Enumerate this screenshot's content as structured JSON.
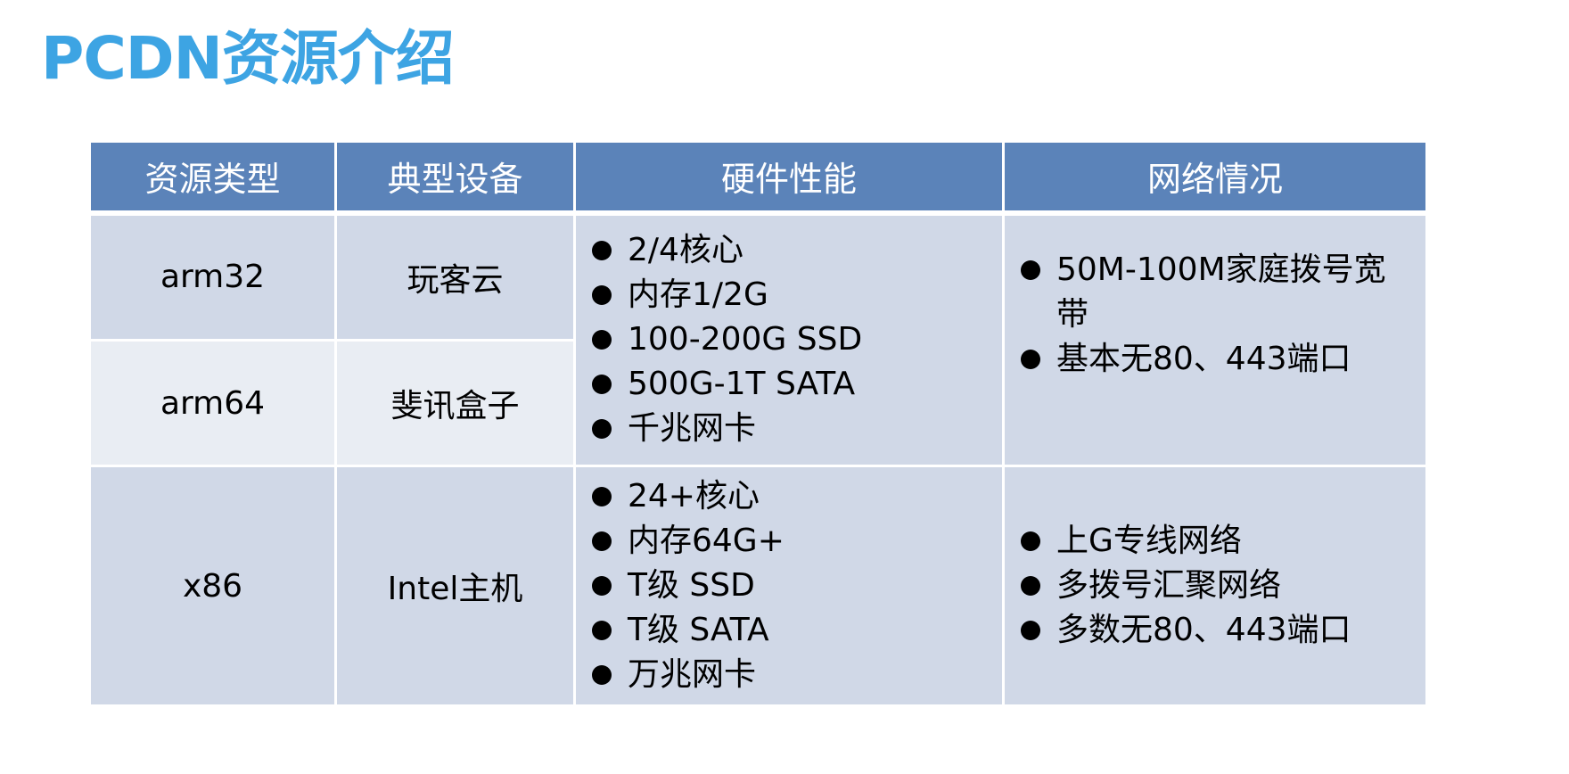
{
  "title": "PCDN资源介绍",
  "table": {
    "headers": [
      "资源类型",
      "典型设备",
      "硬件性能",
      "网络情况"
    ],
    "rows": [
      {
        "type": "arm32",
        "device": "玩客云"
      },
      {
        "type": "arm64",
        "device": "斐讯盒子"
      },
      {
        "type": "x86",
        "device": "Intel主机"
      }
    ],
    "arm_hardware": [
      "2/4核心",
      "内存1/2G",
      "100-200G SSD",
      "500G-1T SATA",
      "千兆网卡"
    ],
    "arm_network": [
      "50M-100M家庭拨号宽带",
      "基本无80、443端口"
    ],
    "x86_hardware": [
      "24+核心",
      "内存64G+",
      "T级 SSD",
      "T级 SATA",
      "万兆网卡"
    ],
    "x86_network": [
      "上G专线网络",
      "多拨号汇聚网络",
      "多数无80、443端口"
    ]
  },
  "colors": {
    "title": "#3DA4E3",
    "header_bg": "#5B83B9",
    "row_dark": "#D0D8E7",
    "row_light": "#E9EDF3"
  }
}
